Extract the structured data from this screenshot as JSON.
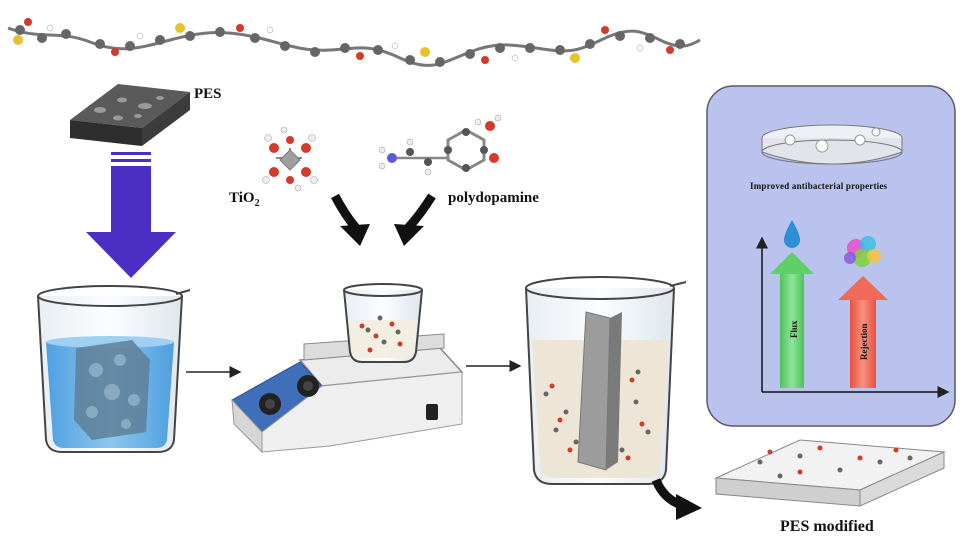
{
  "labels": {
    "pes": "PES",
    "tio2_main": "TiO",
    "tio2_sub": "2",
    "polydopamine": "polydopamine",
    "improved_antibacterial": "Improved antibacterial properties",
    "flux": "Flux",
    "rejection": "Rejection",
    "pes_modified": "PES modified"
  },
  "colors": {
    "down_arrow": "#4b2fc4",
    "flux_arrow": "#66d36e",
    "rejection_arrow": "#f06a5a",
    "panel_bg": "#b9c3ee",
    "water": "#6ab2e6",
    "membrane": "#4a4a4a",
    "stirrer_blue": "#3f6fb8"
  }
}
